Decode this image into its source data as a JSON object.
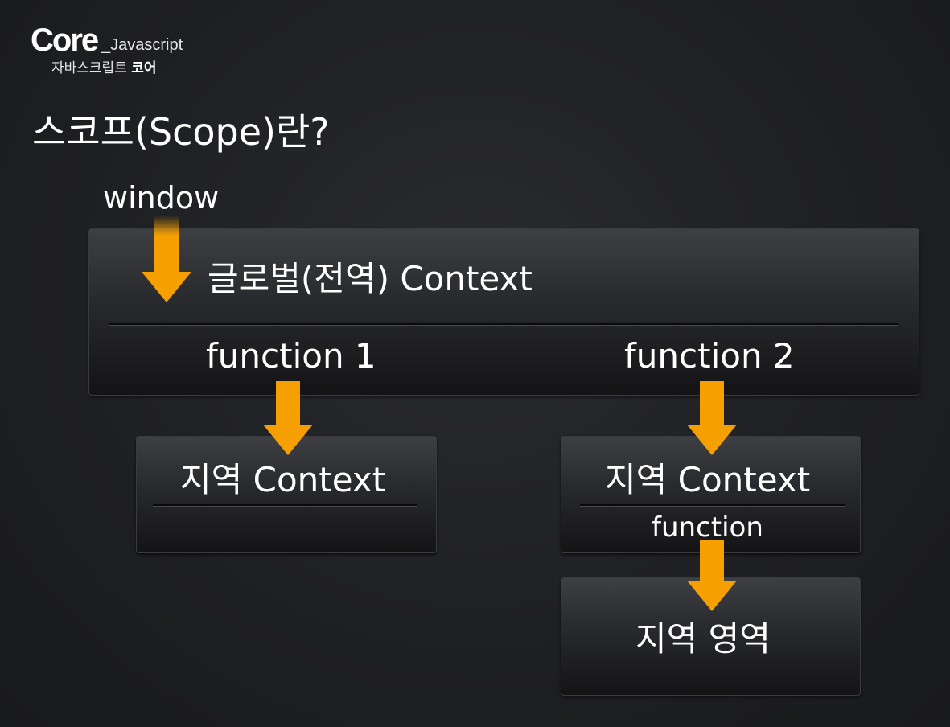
{
  "logo": {
    "core": "Core",
    "javascript": "_Javascript",
    "korean_prefix": "자바스크립트",
    "korean_bold": "코어"
  },
  "title": "스코프(Scope)란?",
  "diagram": {
    "window_label": "window",
    "global_context": "글로벌(전역) Context",
    "function1": "function 1",
    "function2": "function 2",
    "local_context_1": "지역 Context",
    "local_context_2": "지역 Context",
    "inner_function": "function",
    "local_area": "지역 영역"
  },
  "colors": {
    "arrow": "#f5a000",
    "background": "#1e1f22",
    "text": "#ffffff"
  }
}
